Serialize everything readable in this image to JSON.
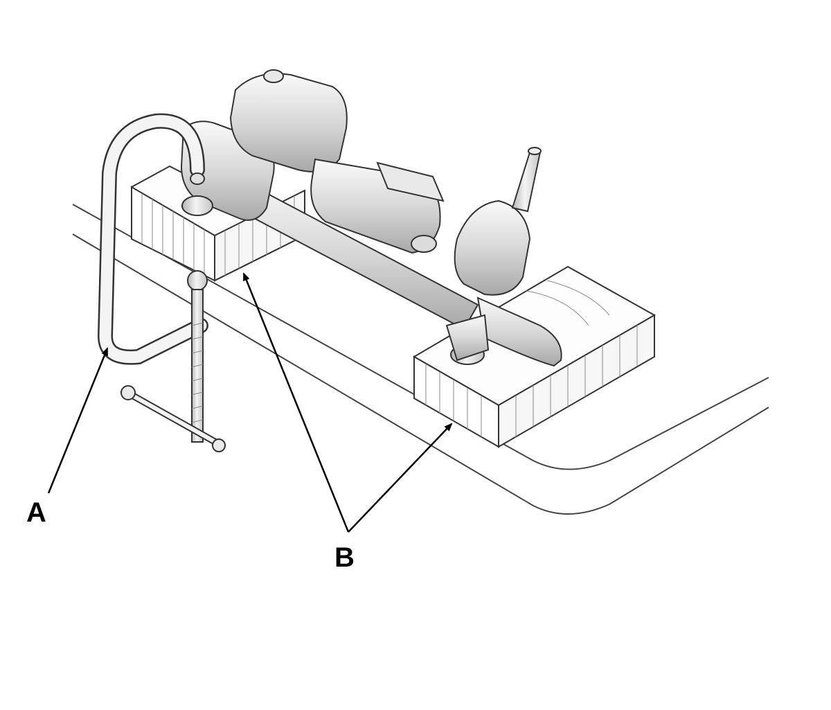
{
  "callouts": {
    "a": {
      "label": "A",
      "target": "c-clamp"
    },
    "b": {
      "label": "B",
      "target": "wooden-blocks"
    }
  },
  "colors": {
    "line": "#222222",
    "wood_grain": "#8a8a8a",
    "metal_light": "#f2f2f2",
    "metal_mid": "#cfcfcf",
    "metal_dark": "#9a9a9a",
    "background": "#ffffff"
  }
}
